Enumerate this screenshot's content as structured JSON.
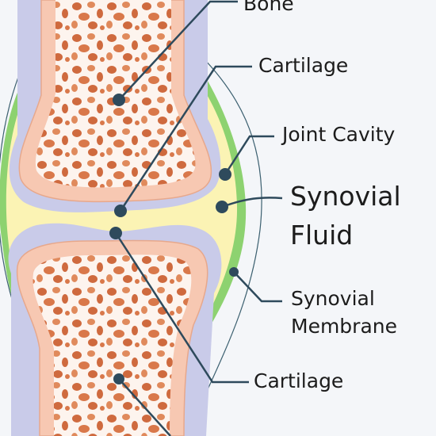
{
  "colors": {
    "background": "#f4f6f9",
    "bone_outer": "#f7c8b2",
    "bone_inner": "#fdf4ee",
    "bone_pore": "#cf6a3e",
    "cartilage": "#c9cbe9",
    "synovial_fluid": "#fbf3b4",
    "synovial_membrane": "#8dd270",
    "pointer": "#2e4a5c"
  },
  "labels": {
    "bone": "Bone",
    "cartilage_top": "Cartilage",
    "joint_cavity": "Joint Cavity",
    "synovial_fluid_line1": "Synovial",
    "synovial_fluid_line2": "Fluid",
    "synovial_membrane_line1": "Synovial",
    "synovial_membrane_line2": "Membrane",
    "cartilage_bottom": "Cartilage"
  }
}
